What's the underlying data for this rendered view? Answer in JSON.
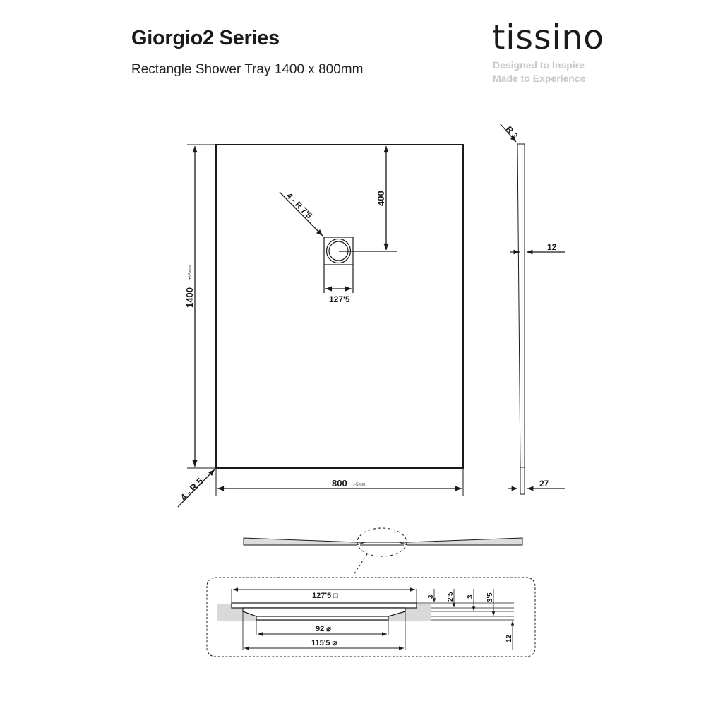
{
  "header": {
    "title": "Giorgio2 Series",
    "subtitle": "Rectangle Shower Tray 1400 x 800mm"
  },
  "brand": {
    "logo": "tissino",
    "tagline_1": "Designed to Inspire",
    "tagline_2": "Made to Experience",
    "tagline_color": "#c8c8c8"
  },
  "plan_view": {
    "length": "1400",
    "length_tolerance": "+/-5mm",
    "width": "800",
    "width_tolerance": "+/-5mm",
    "corner_radius": "4 - R 5",
    "waste_distance": "400",
    "waste_corner_radius": "4 - R 7'5",
    "waste_size": "127'5"
  },
  "side_view": {
    "top_radius": "R 3",
    "thin_edge": "12",
    "thick_edge": "27"
  },
  "detail_view": {
    "top_square": "127'5 □",
    "inner_diameter": "92 ⌀",
    "outer_diameter": "115'5 ⌀",
    "layer_dims": [
      "3",
      "2'5",
      "3",
      "3'5"
    ],
    "total_height": "12"
  }
}
